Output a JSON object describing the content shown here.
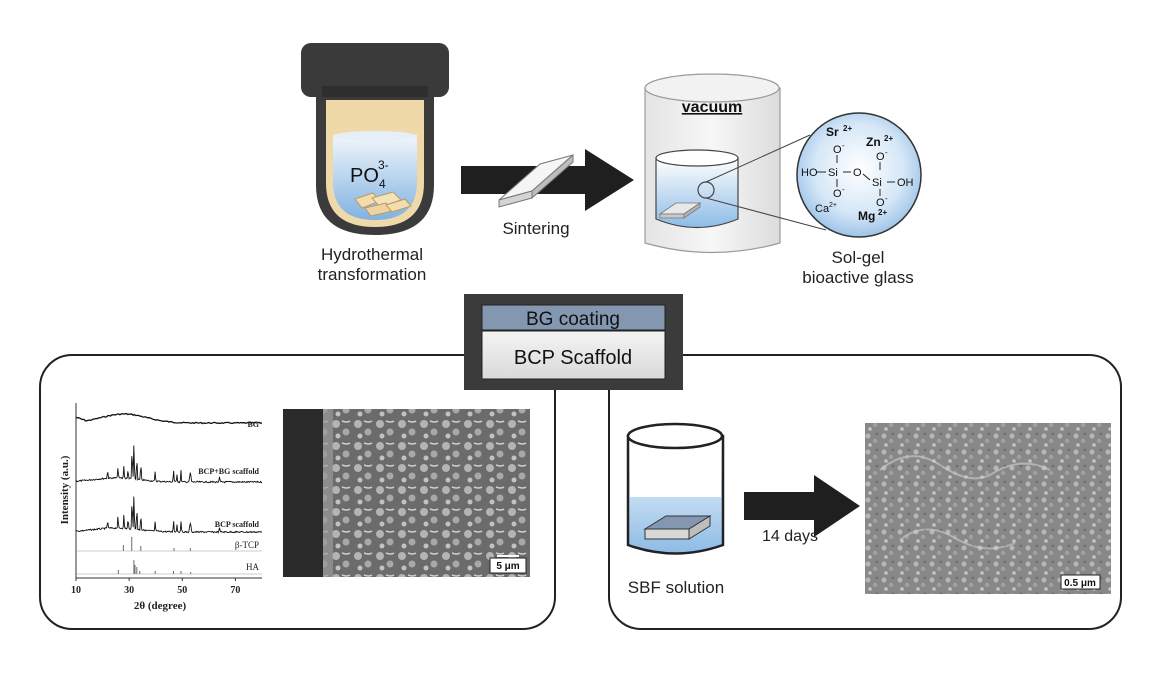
{
  "hydrothermal": {
    "ion_base": "PO",
    "ion_sub": "4",
    "ion_sup": "3-",
    "label_line1": "Hydrothermal",
    "label_line2": "transformation"
  },
  "sintering_label": "Sintering",
  "vacuum_label": "vacuum",
  "solgel": {
    "sr": "Sr",
    "sr_charge": "2+",
    "zn": "Zn",
    "zn_charge": "2+",
    "ca": "Ca",
    "ca_charge": "2+",
    "mg": "Mg",
    "mg_charge": "2+",
    "ho": "HO",
    "oh": "OH",
    "si": "Si",
    "o": "O",
    "o_minus": "O",
    "minus": "-",
    "label_line1": "Sol-gel",
    "label_line2": "bioactive glass"
  },
  "center_box": {
    "coating": "BG coating",
    "scaffold": "BCP Scaffold"
  },
  "xrd": {
    "ylabel": "Intensity (a.u.)",
    "xlabel": "2θ (degree)",
    "xticks": [
      "10",
      "30",
      "50",
      "70"
    ],
    "series_labels": [
      "BG",
      "BCP+BG scaffold",
      "BCP scaffold",
      "β-TCP",
      "HA"
    ]
  },
  "sem_left_scale": "5 μm",
  "sbf_label": "SBF solution",
  "days_label": "14 days",
  "sem_right_scale": "0.5 μm",
  "colors": {
    "dark": "#333333",
    "arrow": "#1f1f1f",
    "liquid_top": "#f4f8fc",
    "liquid_bottom": "#7fb0e0",
    "coating_fill": "#8497b0",
    "tile": "#f3d9a8"
  }
}
